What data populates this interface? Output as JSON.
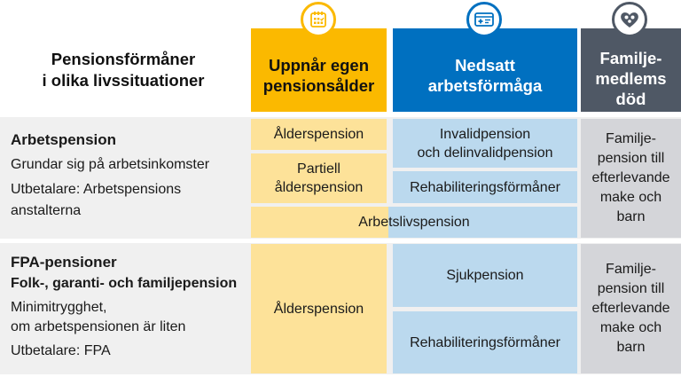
{
  "title": "Pensionsförmåner i olika livssituationer",
  "title_lines": [
    "Pensionsförmåner",
    "i olika livssituationer"
  ],
  "columns": [
    {
      "label_lines": [
        "Uppnår egen",
        "pensionsålder"
      ],
      "icon": "calendar-icon",
      "color": "#fbb900"
    },
    {
      "label_lines": [
        "Nedsatt",
        "arbetsförmåga"
      ],
      "icon": "health-card-icon",
      "color": "#0070c0"
    },
    {
      "label_lines": [
        "Familje-",
        "medlems",
        "död"
      ],
      "icon": "family-heart-icon",
      "color": "#4f5865"
    }
  ],
  "rows": [
    {
      "title": "Arbetspension",
      "lines": [
        "Grundar sig på arbetsinkomster",
        "Utbetalare: Arbetspensions",
        "anstalterna"
      ],
      "cells": {
        "age_1": "Ålderspension",
        "age_2": [
          "Partiell",
          "ålderspension"
        ],
        "disability_1": [
          "Invalidpension",
          "och delinvalidpension"
        ],
        "disability_2": "Rehabiliteringsförmåner",
        "spanning": "Arbetslivspension",
        "family": [
          "Familje-",
          "pension till",
          "efterlevande",
          "make och",
          "barn"
        ]
      }
    },
    {
      "title": "FPA-pensioner",
      "subtitle": "Folk-, garanti- och familjepension",
      "lines": [
        "Minimitrygghet,",
        "om arbetspensionen är liten",
        "Utbetalare: FPA"
      ],
      "cells": {
        "age_1": "Ålderspension",
        "disability_1": "Sjukpension",
        "disability_2": "Rehabiliteringsförmåner",
        "family": [
          "Familje-",
          "pension till",
          "efterlevande",
          "make och",
          "barn"
        ]
      }
    }
  ],
  "colors": {
    "yellow_light": "#fde299",
    "blue_light": "#bbd9ee",
    "gray_light": "#d4d5d9",
    "band": "#f0f0f0"
  }
}
